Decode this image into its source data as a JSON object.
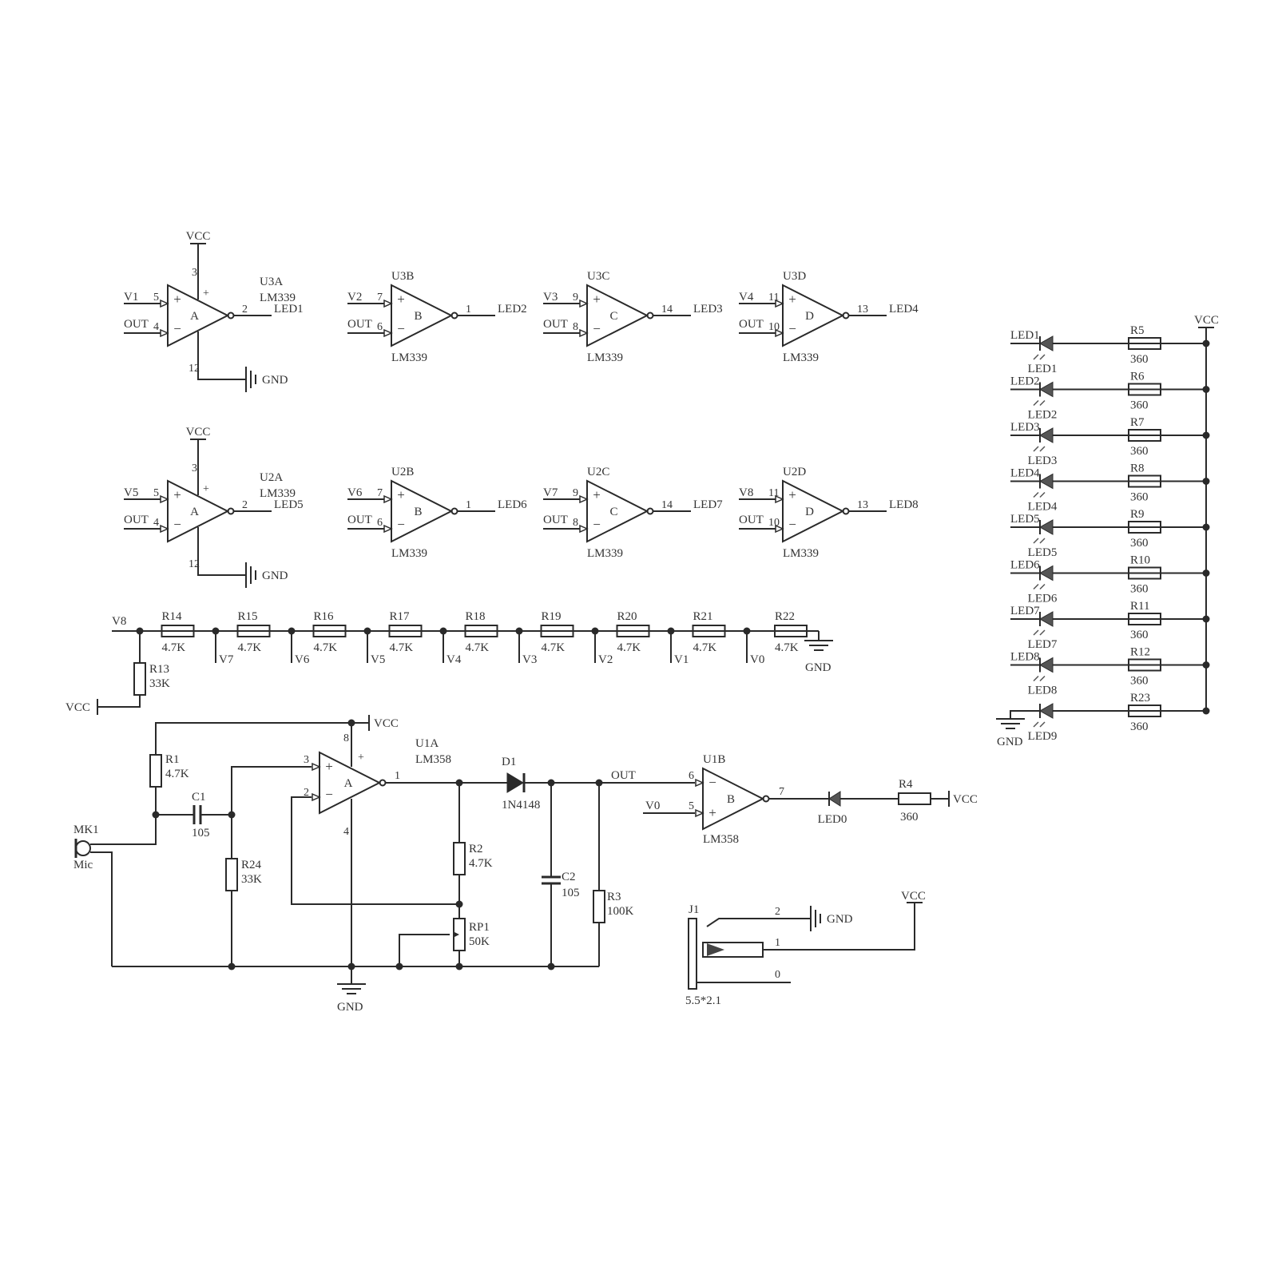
{
  "nets": {
    "vcc": "VCC",
    "gnd": "GND",
    "out": "OUT"
  },
  "comparators": [
    {
      "ref": "U3A",
      "part": "LM339",
      "unit": "A",
      "in_plus": "V1",
      "pin_plus": "5",
      "in_minus": "OUT",
      "pin_minus": "4",
      "pin_out": "2",
      "out": "LED1",
      "pin_vcc": "3",
      "pin_gnd": "12",
      "power": true
    },
    {
      "ref": "U3B",
      "part": "LM339",
      "unit": "B",
      "in_plus": "V2",
      "pin_plus": "7",
      "in_minus": "OUT",
      "pin_minus": "6",
      "pin_out": "1",
      "out": "LED2"
    },
    {
      "ref": "U3C",
      "part": "LM339",
      "unit": "C",
      "in_plus": "V3",
      "pin_plus": "9",
      "in_minus": "OUT",
      "pin_minus": "8",
      "pin_out": "14",
      "out": "LED3"
    },
    {
      "ref": "U3D",
      "part": "LM339",
      "unit": "D",
      "in_plus": "V4",
      "pin_plus": "11",
      "in_minus": "OUT",
      "pin_minus": "10",
      "pin_out": "13",
      "out": "LED4"
    },
    {
      "ref": "U2A",
      "part": "LM339",
      "unit": "A",
      "in_plus": "V5",
      "pin_plus": "5",
      "in_minus": "OUT",
      "pin_minus": "4",
      "pin_out": "2",
      "out": "LED5",
      "pin_vcc": "3",
      "pin_gnd": "12",
      "power": true
    },
    {
      "ref": "U2B",
      "part": "LM339",
      "unit": "B",
      "in_plus": "V6",
      "pin_plus": "7",
      "in_minus": "OUT",
      "pin_minus": "6",
      "pin_out": "1",
      "out": "LED6"
    },
    {
      "ref": "U2C",
      "part": "LM339",
      "unit": "C",
      "in_plus": "V7",
      "pin_plus": "9",
      "in_minus": "OUT",
      "pin_minus": "8",
      "pin_out": "14",
      "out": "LED7"
    },
    {
      "ref": "U2D",
      "part": "LM339",
      "unit": "D",
      "in_plus": "V8",
      "pin_plus": "11",
      "in_minus": "OUT",
      "pin_minus": "10",
      "pin_out": "13",
      "out": "LED8"
    }
  ],
  "ladder": {
    "top": "V8",
    "resistors": [
      {
        "ref": "R14",
        "value": "4.7K"
      },
      {
        "ref": "R15",
        "value": "4.7K"
      },
      {
        "ref": "R16",
        "value": "4.7K"
      },
      {
        "ref": "R17",
        "value": "4.7K"
      },
      {
        "ref": "R18",
        "value": "4.7K"
      },
      {
        "ref": "R19",
        "value": "4.7K"
      },
      {
        "ref": "R20",
        "value": "4.7K"
      },
      {
        "ref": "R21",
        "value": "4.7K"
      },
      {
        "ref": "R22",
        "value": "4.7K"
      }
    ],
    "taps": [
      "V7",
      "V6",
      "V5",
      "V4",
      "V3",
      "V2",
      "V1",
      "V0"
    ],
    "bias": {
      "ref": "R13",
      "value": "33K"
    }
  },
  "led_bank": {
    "rows": [
      {
        "net": "LED1",
        "led": "LED1",
        "res": "R5",
        "value": "360"
      },
      {
        "net": "LED2",
        "led": "LED2",
        "res": "R6",
        "value": "360"
      },
      {
        "net": "LED3",
        "led": "LED3",
        "res": "R7",
        "value": "360"
      },
      {
        "net": "LED4",
        "led": "LED4",
        "res": "R8",
        "value": "360"
      },
      {
        "net": "LED5",
        "led": "LED5",
        "res": "R9",
        "value": "360"
      },
      {
        "net": "LED6",
        "led": "LED6",
        "res": "R10",
        "value": "360"
      },
      {
        "net": "LED7",
        "led": "LED7",
        "res": "R11",
        "value": "360"
      },
      {
        "net": "LED8",
        "led": "LED8",
        "res": "R12",
        "value": "360"
      },
      {
        "net": "",
        "led": "LED9",
        "res": "R23",
        "value": "360"
      }
    ]
  },
  "amp": {
    "mic_ref": "MK1",
    "mic_label": "Mic",
    "r1": {
      "ref": "R1",
      "value": "4.7K"
    },
    "c1": {
      "ref": "C1",
      "value": "105"
    },
    "r24": {
      "ref": "R24",
      "value": "33K"
    },
    "u1a": {
      "ref": "U1A",
      "part": "LM358",
      "unit": "A",
      "pin_plus": "3",
      "pin_minus": "2",
      "pin_out": "1",
      "pin_vcc": "8",
      "pin_gnd": "4"
    },
    "r2": {
      "ref": "R2",
      "value": "4.7K"
    },
    "rp1": {
      "ref": "RP1",
      "value": "50K"
    },
    "d1": {
      "ref": "D1",
      "value": "1N4148"
    },
    "c2": {
      "ref": "C2",
      "value": "105"
    },
    "r3": {
      "ref": "R3",
      "value": "100K"
    },
    "u1b": {
      "ref": "U1B",
      "part": "LM358",
      "unit": "B",
      "pin_minus": "6",
      "pin_plus": "5",
      "pin_out": "7",
      "in_plus": "V0"
    },
    "led0": "LED0",
    "r4": {
      "ref": "R4",
      "value": "360"
    }
  },
  "jack": {
    "ref": "J1",
    "size": "5.5*2.1",
    "pin_gnd": "2",
    "pin_vcc": "1",
    "pin_nc": "0"
  }
}
